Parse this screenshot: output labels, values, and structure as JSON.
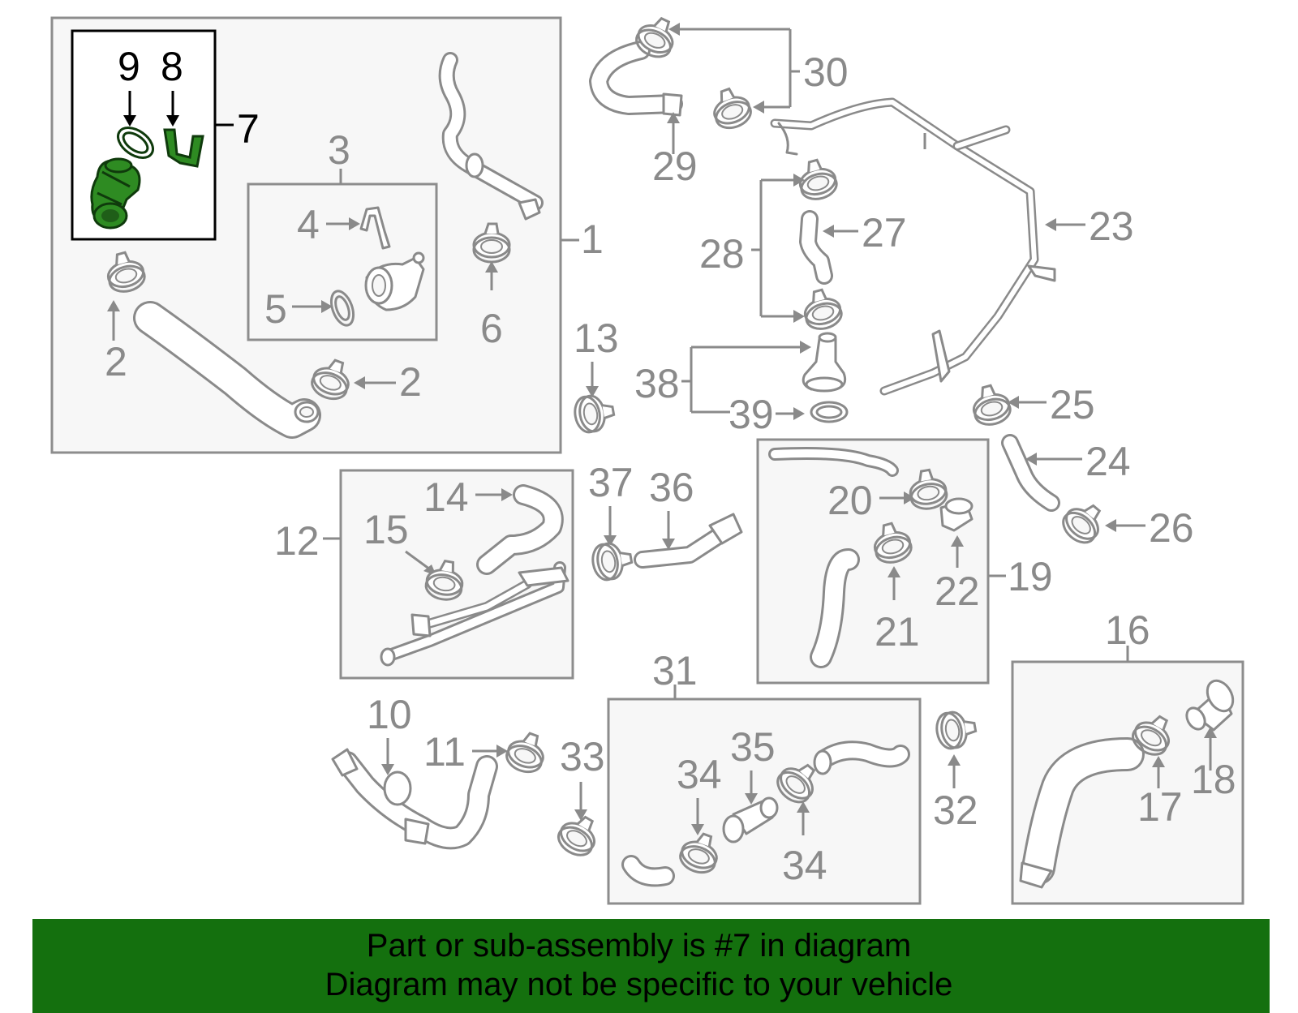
{
  "callouts": {
    "n1": "1",
    "n2a": "2",
    "n2b": "2",
    "n3": "3",
    "n4": "4",
    "n5": "5",
    "n6": "6",
    "n7": "7",
    "n8": "8",
    "n9": "9",
    "n10": "10",
    "n11": "11",
    "n12": "12",
    "n13": "13",
    "n14": "14",
    "n15": "15",
    "n16": "16",
    "n17": "17",
    "n18": "18",
    "n19": "19",
    "n20": "20",
    "n21": "21",
    "n22": "22",
    "n23": "23",
    "n24": "24",
    "n25": "25",
    "n26": "26",
    "n27": "27",
    "n28": "28",
    "n29": "29",
    "n30": "30",
    "n31": "31",
    "n32": "32",
    "n33": "33",
    "n34a": "34",
    "n34b": "34",
    "n35": "35",
    "n36": "36",
    "n37": "37",
    "n38": "38",
    "n39": "39"
  },
  "highlight": {
    "part": "7",
    "color": "#2e8b22"
  },
  "banner": {
    "line1": "Part or sub-assembly is #7 in diagram",
    "line2": "Diagram may not be specific to your vehicle",
    "color": "#14700e"
  }
}
